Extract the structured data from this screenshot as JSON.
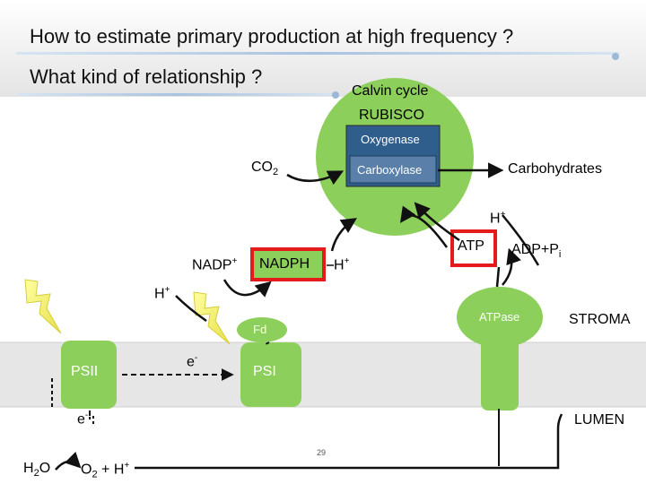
{
  "slide": {
    "title": "How to estimate primary production at high frequency ?",
    "subtitle": "What kind of relationship ?",
    "page_number": "29"
  },
  "calvin": {
    "title": "Calvin cycle",
    "enzyme": "RUBISCO",
    "oxygenase": "Oxygenase",
    "carboxylase": "Carboxylase"
  },
  "metabolites": {
    "co2": "CO",
    "co2_sub": "2",
    "carbohydrates": "Carbohydrates",
    "h_plus_top": "H",
    "nadp": "NADP",
    "nadph": "NADPH",
    "nadph_h": "H",
    "atp": "ATP",
    "adp": "ADP+P",
    "adp_sub": "i",
    "h_plus_left": "H",
    "fd": "Fd",
    "electron_mid": "e",
    "electron_left": "e",
    "h2o": "H",
    "h2o_sub": "2",
    "h2o_o": "O",
    "o2": "O",
    "o2_sub": "2",
    "o2_rest": " + H",
    "plus_sup": "+",
    "minus_sup": "-"
  },
  "membrane": {
    "psii": "PSII",
    "psi": "PSI",
    "atpase": "ATPase",
    "stroma": "STROMA",
    "lumen": "LUMEN"
  },
  "colors": {
    "green": "#8ccf5a",
    "rubisco_box": "#2f5d8c",
    "highlight_red": "#e41b1b",
    "membrane": "#e6e6e6"
  }
}
